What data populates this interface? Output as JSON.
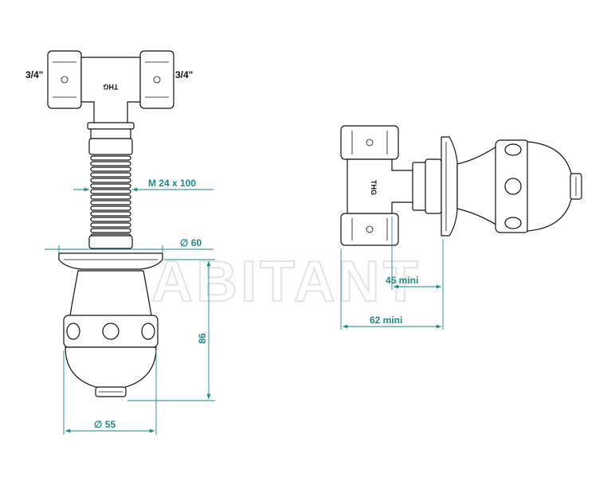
{
  "watermark": "ABITANT",
  "logo_text": "THG",
  "labels": {
    "thread_left": "3/4\"",
    "thread_right": "3/4\"",
    "spindle": "M 24 x 100",
    "rosette_diameter": "∅ 60",
    "height": "86",
    "knob_diameter": "∅ 55",
    "min_45": "45 mini",
    "min_62": "62 mini"
  },
  "colors": {
    "dimension": "#1a8a8a",
    "outline": "#111111",
    "watermark": "#e4e4e4"
  }
}
